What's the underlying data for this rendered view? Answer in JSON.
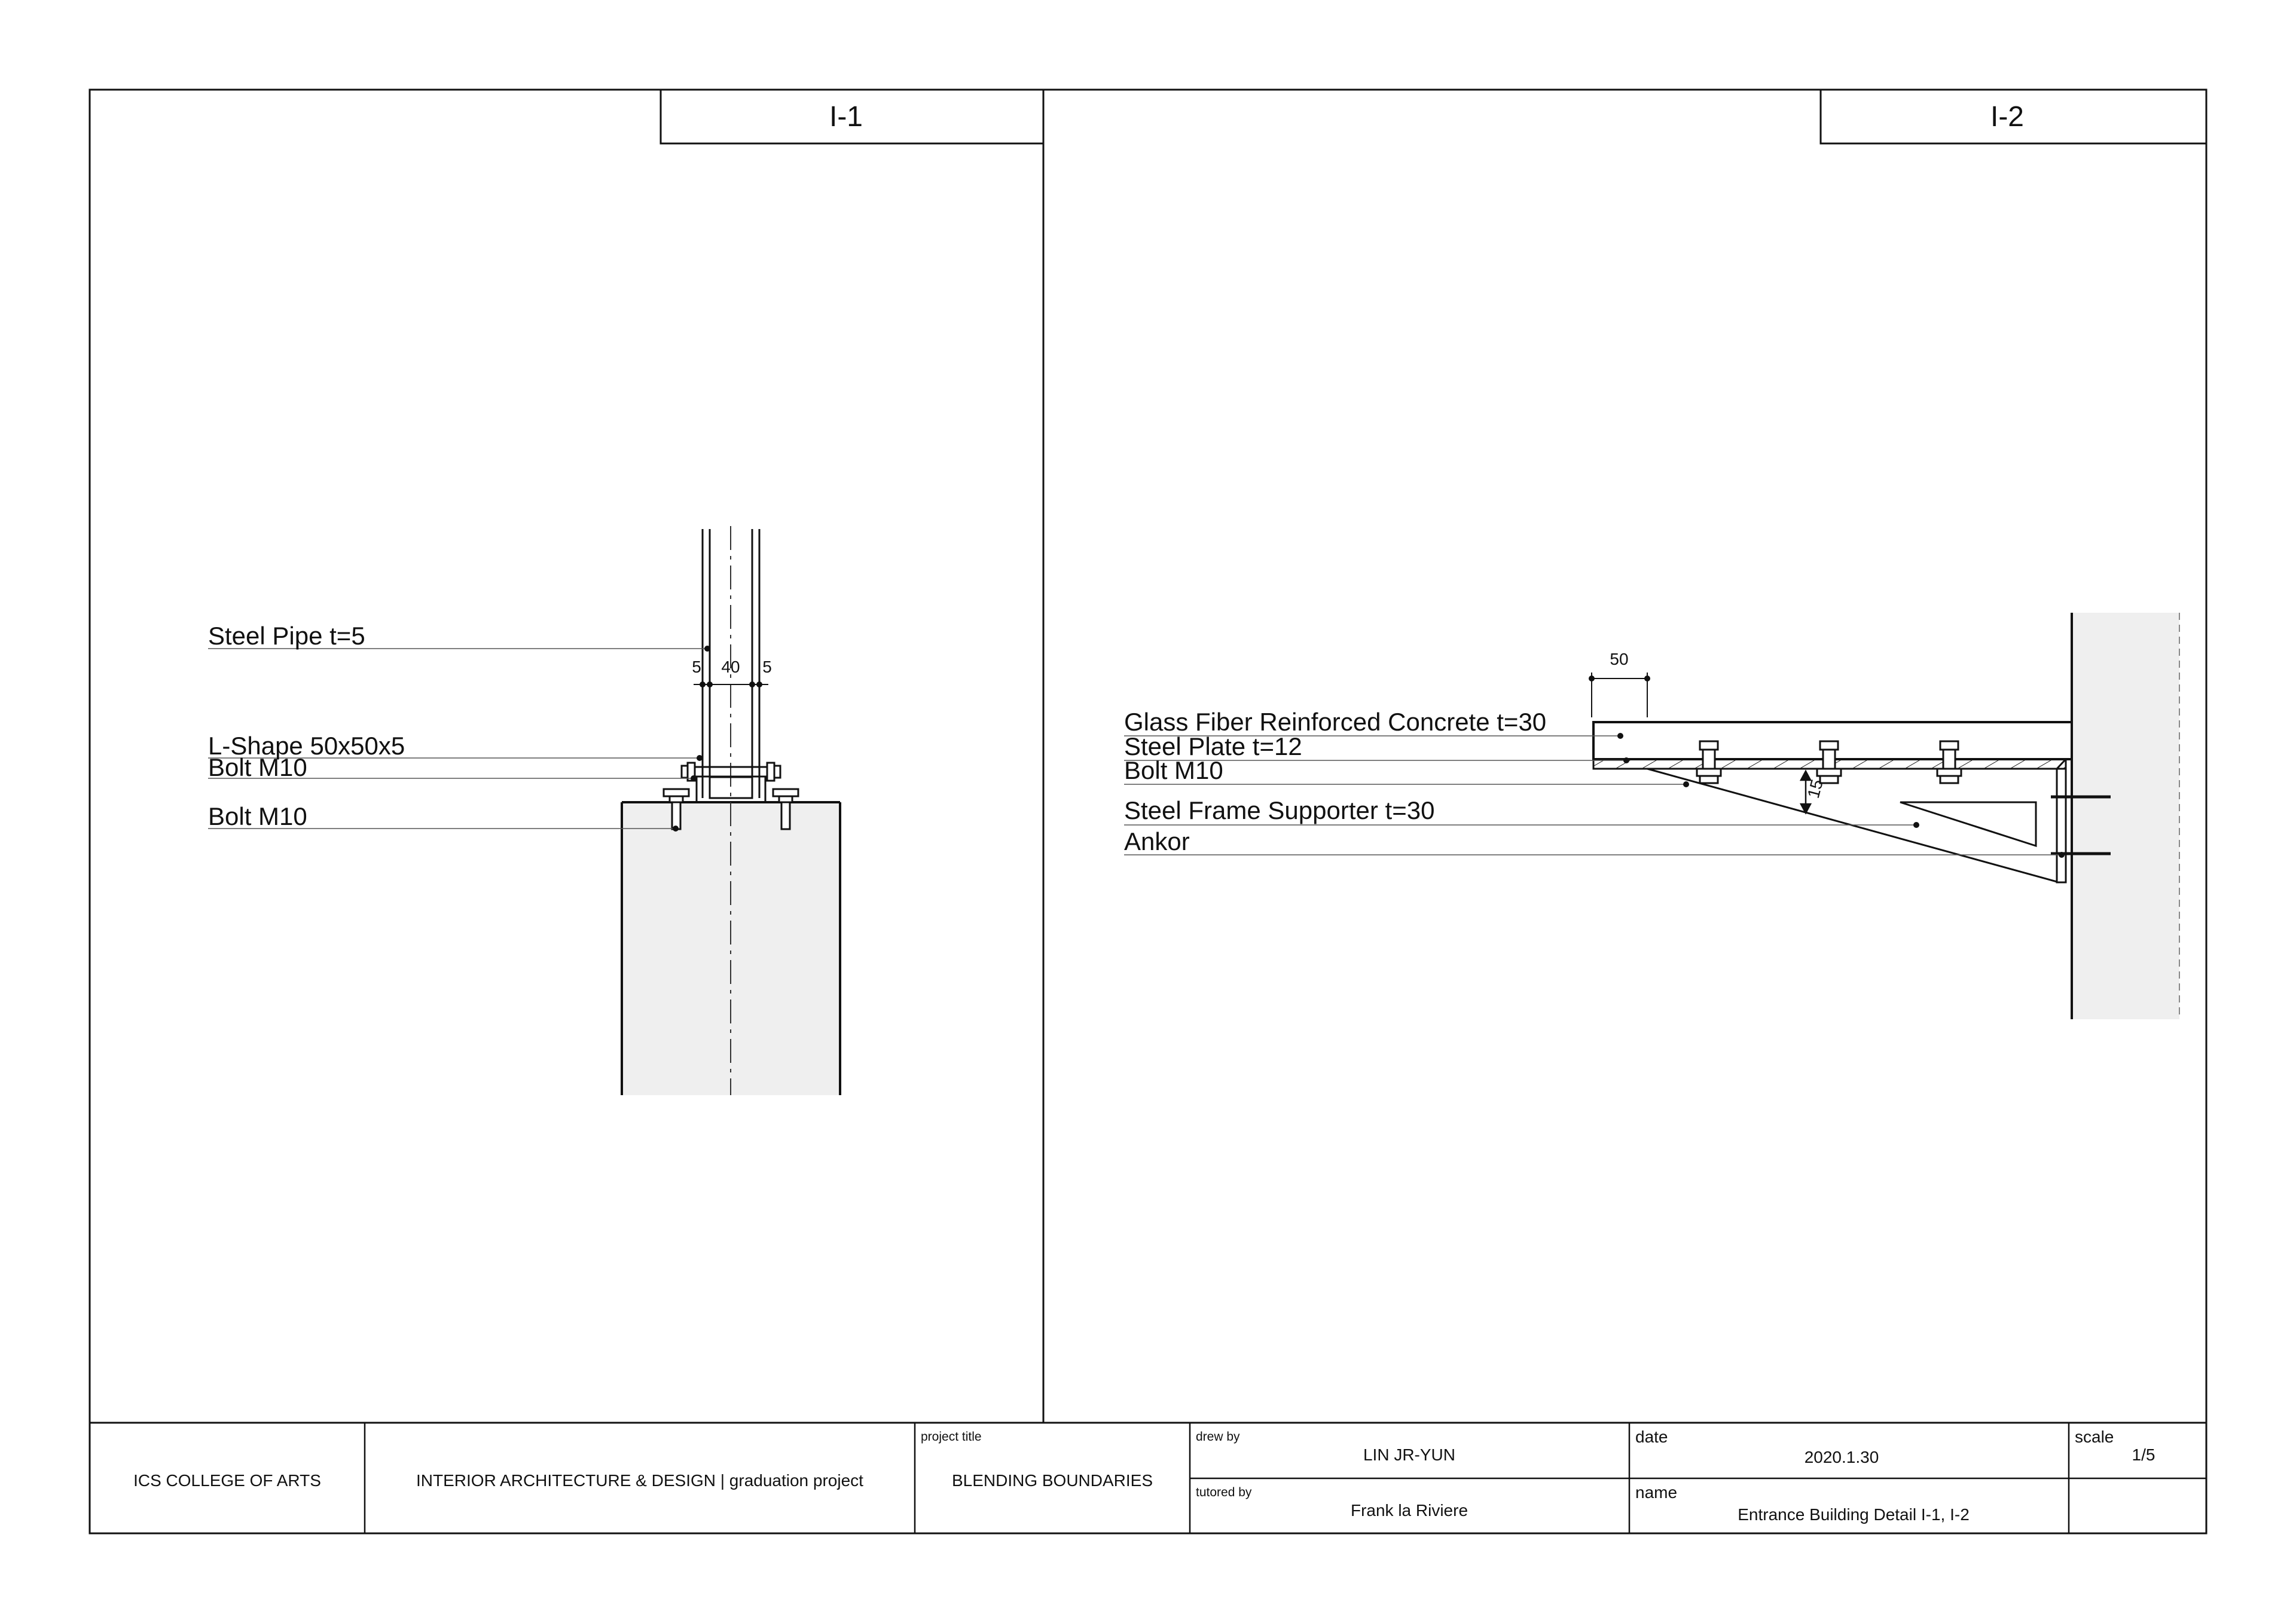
{
  "sheet": {
    "detail_left_title": "I-1",
    "detail_right_title": "I-2"
  },
  "detail_i1": {
    "labels": {
      "steel_pipe": "Steel Pipe t=5",
      "l_shape": "L-Shape 50x50x5",
      "bolt_upper": "Bolt M10",
      "bolt_lower": "Bolt M10"
    },
    "dimensions": {
      "wall_left": "5",
      "inner": "40",
      "wall_right": "5"
    }
  },
  "detail_i2": {
    "labels": {
      "gfrc": "Glass Fiber Reinforced Concrete t=30",
      "steel_plate": "Steel Plate t=12",
      "bolt": "Bolt M10",
      "frame": "Steel Frame Supporter t=30",
      "anchor": "Ankor"
    },
    "dimensions": {
      "top": "50",
      "angle": "15"
    }
  },
  "title_block": {
    "school": "ICS COLLEGE OF ARTS",
    "program": "INTERIOR ARCHITECTURE & DESIGN | graduation project",
    "project_title_label": "project title",
    "project_title": "BLENDING BOUNDARIES",
    "drew_by_label": "drew by",
    "drew_by": "LIN JR-YUN",
    "tutored_by_label": "tutored by",
    "tutored_by": "Frank la Riviere",
    "date_label": "date",
    "date": "2020.1.30",
    "name_label": "name",
    "name": "Entrance Building Detail I-1, I-2",
    "scale_label": "scale",
    "scale": "1/5"
  }
}
